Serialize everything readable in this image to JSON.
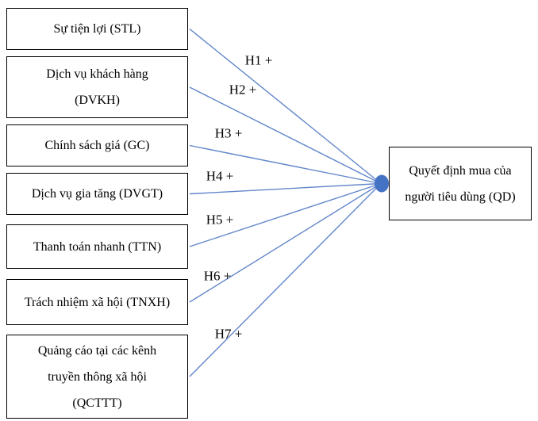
{
  "diagram": {
    "factors": [
      {
        "code": "STL",
        "lines": [
          "Sự tiện lợi (STL)"
        ]
      },
      {
        "code": "DVKH",
        "lines": [
          "Dịch vụ khách hàng",
          "(DVKH)"
        ]
      },
      {
        "code": "GC",
        "lines": [
          "Chính sách giá (GC)"
        ]
      },
      {
        "code": "DVGT",
        "lines": [
          "Dịch vụ gia tăng (DVGT)"
        ]
      },
      {
        "code": "TTN",
        "lines": [
          "Thanh toán nhanh (TTN)"
        ]
      },
      {
        "code": "TNXH",
        "lines": [
          "Trách nhiệm xã hội (TNXH)"
        ]
      },
      {
        "code": "QCTTT",
        "lines": [
          "Quảng cáo tại các kênh",
          "truyền thông xã hội",
          "(QCTTT)"
        ]
      }
    ],
    "outcome": {
      "code": "QD",
      "lines": [
        "Quyết định mua của",
        "người tiêu dùng (QD)"
      ]
    },
    "hypotheses": [
      {
        "label": "H1 +",
        "from": "STL",
        "to": "QD"
      },
      {
        "label": "H2 +",
        "from": "DVKH",
        "to": "QD"
      },
      {
        "label": "H3 +",
        "from": "GC",
        "to": "QD"
      },
      {
        "label": "H4 +",
        "from": "DVGT",
        "to": "QD"
      },
      {
        "label": "H5 +",
        "from": "TTN",
        "to": "QD"
      },
      {
        "label": "H6 +",
        "from": "TNXH",
        "to": "QD"
      },
      {
        "label": "H7 +",
        "from": "QCTTT",
        "to": "QD"
      }
    ],
    "colors": {
      "connector": "#6286ca",
      "arrowhead": "#4472c4",
      "box_border": "#000000",
      "text": "#000000",
      "background": "#ffffff"
    }
  }
}
